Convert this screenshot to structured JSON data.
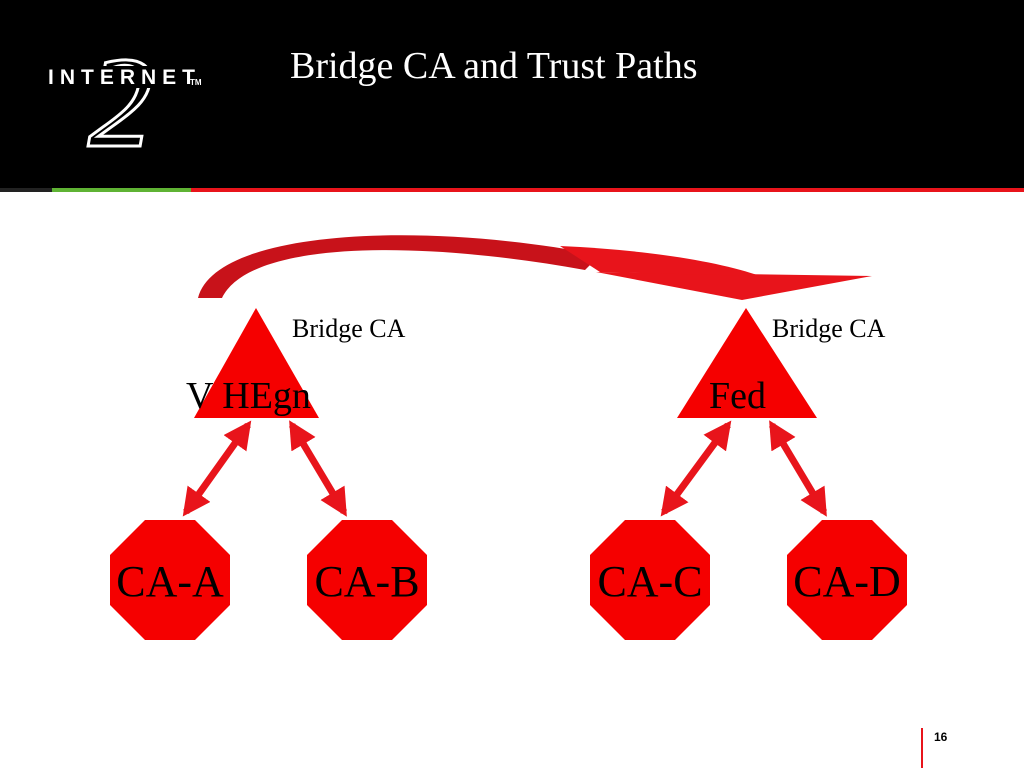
{
  "header": {
    "logo_text": "INTERNET",
    "logo_numeral": "2",
    "logo_tm": "TM",
    "title": "Bridge CA and Trust Paths"
  },
  "diagram": {
    "left_bridge": {
      "label": "Bridge CA",
      "name": "V HEgn"
    },
    "right_bridge": {
      "label": "Bridge CA",
      "name": "Fed"
    },
    "cas": [
      {
        "label": "CA-A"
      },
      {
        "label": "CA-B"
      },
      {
        "label": "CA-C"
      },
      {
        "label": "CA-D"
      }
    ]
  },
  "footer": {
    "page_number": "16"
  },
  "colors": {
    "shape": "#f50000",
    "arrow": "#e8141b",
    "accent_green": "#5fb334"
  }
}
